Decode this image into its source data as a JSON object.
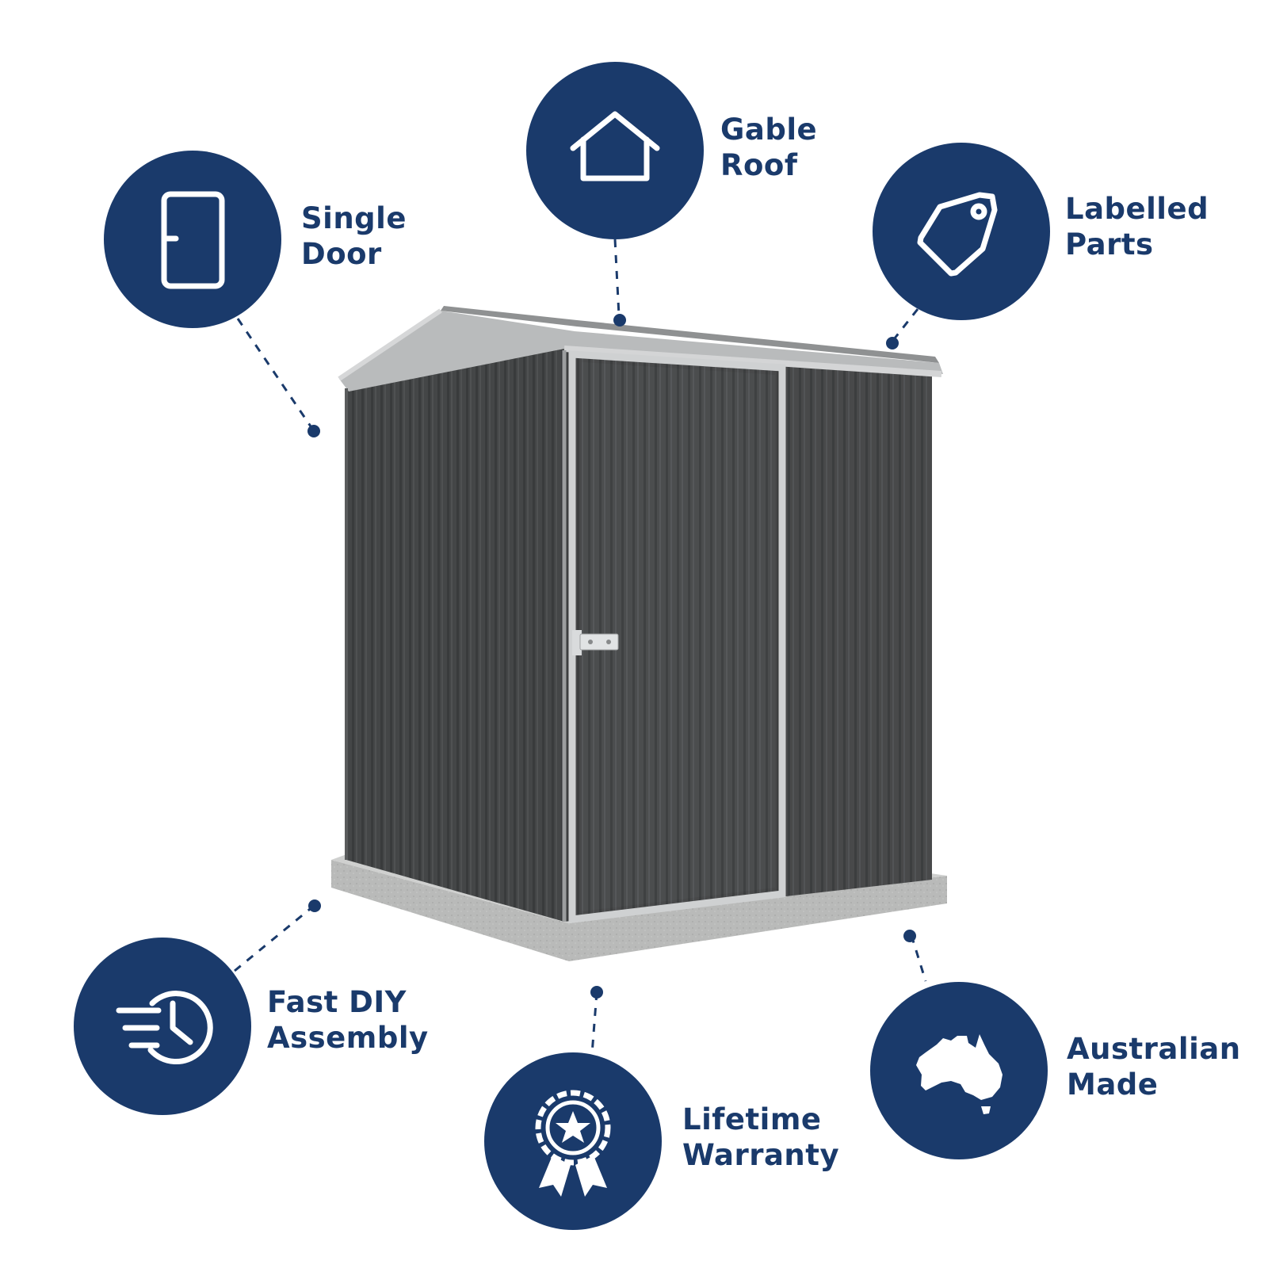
{
  "colors": {
    "badge": "#1a3a6b",
    "label": "#1a3a6b",
    "connector": "#1a3a6b",
    "shed_cladding": "#4a4c4d",
    "shed_trim": "#c9cbcc",
    "slab": "#b8b9b8"
  },
  "product": {
    "image": "dark-grey-garden-shed"
  },
  "features": [
    {
      "id": "single-door",
      "icon": "door-icon",
      "line1": "Single",
      "line2": "Door"
    },
    {
      "id": "gable-roof",
      "icon": "house-icon",
      "line1": "Gable",
      "line2": "Roof"
    },
    {
      "id": "labelled-parts",
      "icon": "tag-icon",
      "line1": "Labelled",
      "line2": "Parts"
    },
    {
      "id": "fast-diy-assembly",
      "icon": "fast-clock-icon",
      "line1": "Fast DIY",
      "line2": "Assembly"
    },
    {
      "id": "lifetime-warranty",
      "icon": "award-ribbon-icon",
      "line1": "Lifetime",
      "line2": "Warranty"
    },
    {
      "id": "australian-made",
      "icon": "australia-map-icon",
      "line1": "Australian",
      "line2": "Made"
    }
  ]
}
